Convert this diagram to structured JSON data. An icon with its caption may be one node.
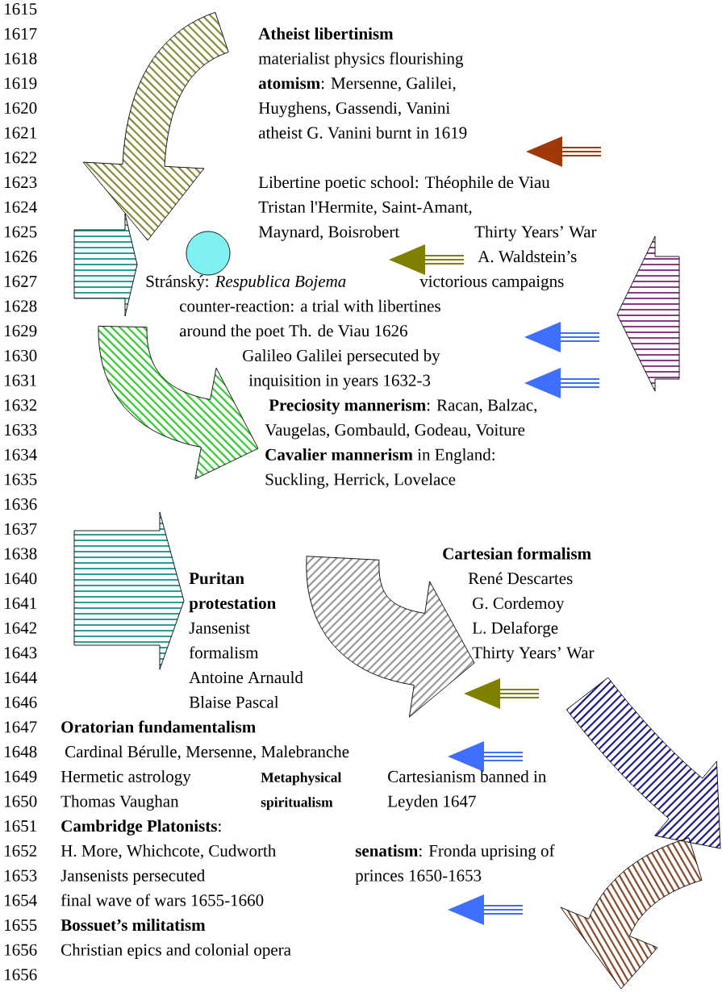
{
  "diagram": {
    "labels": [
      "1615",
      "1617",
      "Atheist libertinism",
      "1618",
      "materialist physics flourishing",
      "1619",
      "**atomism**: Mersenne, Galilei,",
      "1620",
      "Huyghens, Gassendi, Vanini",
      "1621",
      "atheist G. Vanini burnt in 1619",
      "1622",
      "1623",
      "Libertine poetic school:  Théophile de Viau",
      "1624",
      "Tristan l'Hermite, Saint-Amant,",
      "1625",
      "Maynard, Boisrobert",
      "Thirty Years’ War",
      "1626",
      "A. Waldstein’s",
      "1627",
      "Stránský: *Respublica Bojema*",
      "victorious campaigns",
      "1628",
      "counter-reaction: a trial with libertines",
      "1629",
      "around the poet Th. de Viau 1626",
      "1630",
      "Galileo  Galilei persecuted by",
      "1631",
      "inquisition in years 1632-3",
      "1632",
      "**Preciosity mannerism**: Racan, Balzac,",
      "1633",
      "Vaugelas, Gombauld, Godeau, Voiture",
      "1634",
      "**Cavalier mannerism** in England:",
      "1635",
      "Suckling, Herrick, Lovelace",
      "1636",
      "1637",
      "1638",
      "Cartesian formalism",
      "1640",
      "Puritan protestation",
      "René Descartes",
      "1641",
      "G. Cordemoy",
      "1642",
      "Jansenist formalism",
      "L. Delaforge",
      "1643",
      "Thirty Years’ War",
      "1644",
      "Antoine Arnauld",
      "1646",
      "Blaise Pascal",
      "1647",
      "Oratorian  fundamentalism",
      "1648",
      "Cardinal Bérulle, Mersenne, Malebranche",
      "1649",
      "Hermetic astrology",
      "Metaphysical spiritualism",
      "Cartesianism banned in Leyden 1647",
      "1650",
      "Thomas Vaughan",
      "1651",
      "**Cambridge Platonists**:",
      "1652",
      "H. More, Whichcote, Cudworth",
      "**senatism**: Fronda uprising of princes 1650-1653",
      "1653",
      "Jansenists persecuted",
      "1654",
      "final wave of wars 1655-1660",
      "1655",
      "Bossuet’s militatism",
      "1656",
      "Christian epics and colonial opera",
      "1656"
    ]
  }
}
